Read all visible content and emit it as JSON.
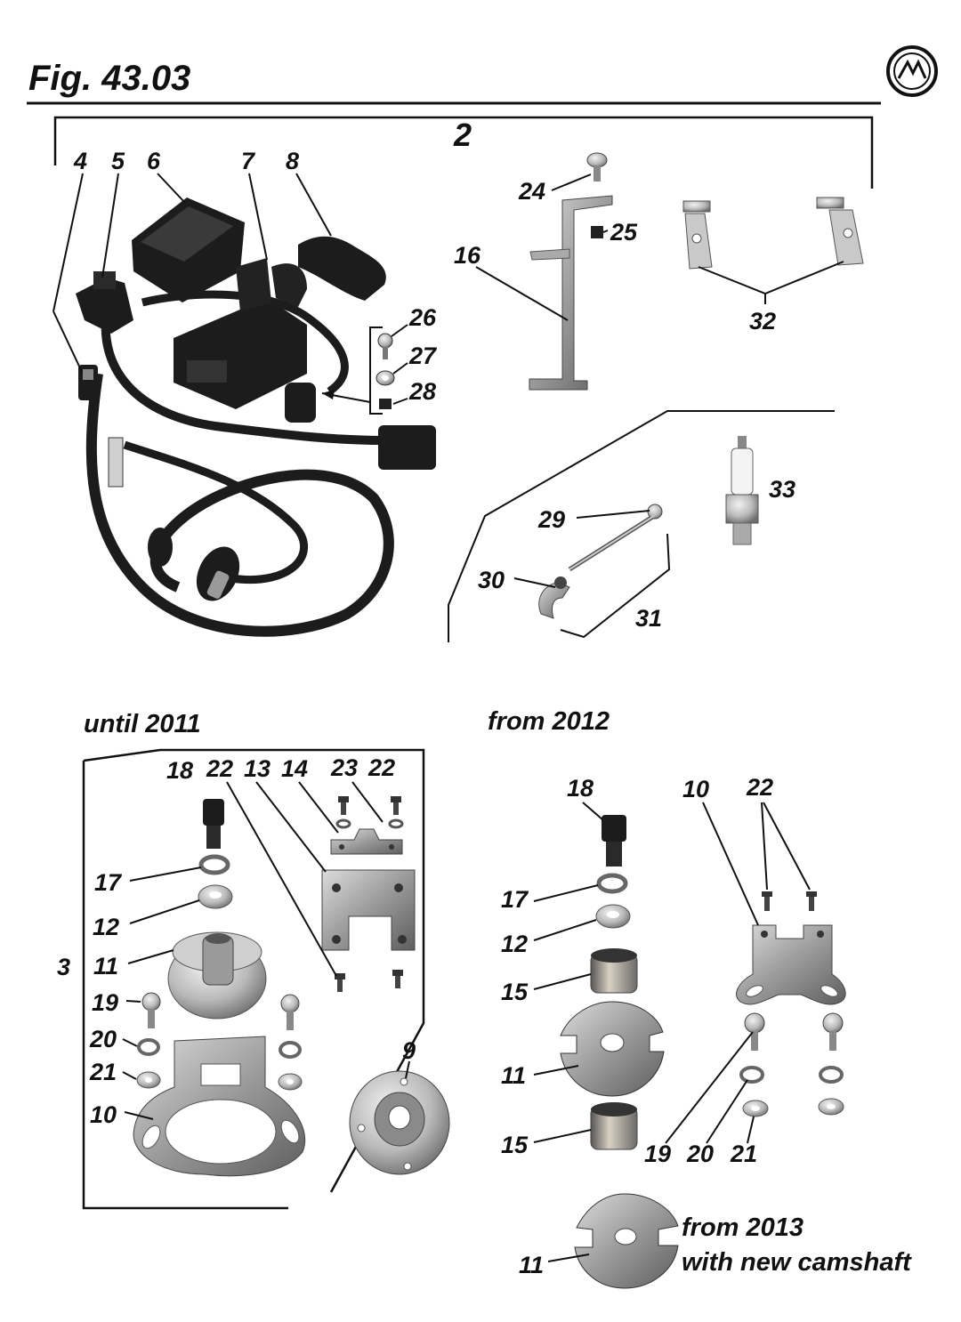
{
  "header": {
    "title": "Fig. 43.03",
    "logo_icon": "mz-logo-icon"
  },
  "groups": {
    "assembly": "2",
    "until_set": "3"
  },
  "captions": {
    "until": "until  2011",
    "from2012": "from 2012",
    "from2013_line1": "from 2013",
    "from2013_line2": "with new camshaft"
  },
  "part_labels": {
    "p4": "4",
    "p5": "5",
    "p6": "6",
    "p7": "7",
    "p8": "8",
    "p16": "16",
    "p24": "24",
    "p25": "25",
    "p26": "26",
    "p27": "27",
    "p28": "28",
    "p29": "29",
    "p30": "30",
    "p31": "31",
    "p32": "32",
    "p33": "33",
    "u18": "18",
    "u22a": "22",
    "u13": "13",
    "u14": "14",
    "u23": "23",
    "u22b": "22",
    "u17": "17",
    "u12": "12",
    "u11": "11",
    "u19": "19",
    "u20": "20",
    "u21": "21",
    "u10": "10",
    "u9": "9",
    "f18": "18",
    "f10": "10",
    "f22": "22",
    "f17": "17",
    "f12": "12",
    "f15a": "15",
    "f11": "11",
    "f15b": "15",
    "f19": "19",
    "f20": "20",
    "f21": "21",
    "n11": "11"
  },
  "colors": {
    "ink": "#111111",
    "metal": "#b9b9b9",
    "metal_dark": "#7d7d7d",
    "rubber": "#1c1c1c"
  }
}
